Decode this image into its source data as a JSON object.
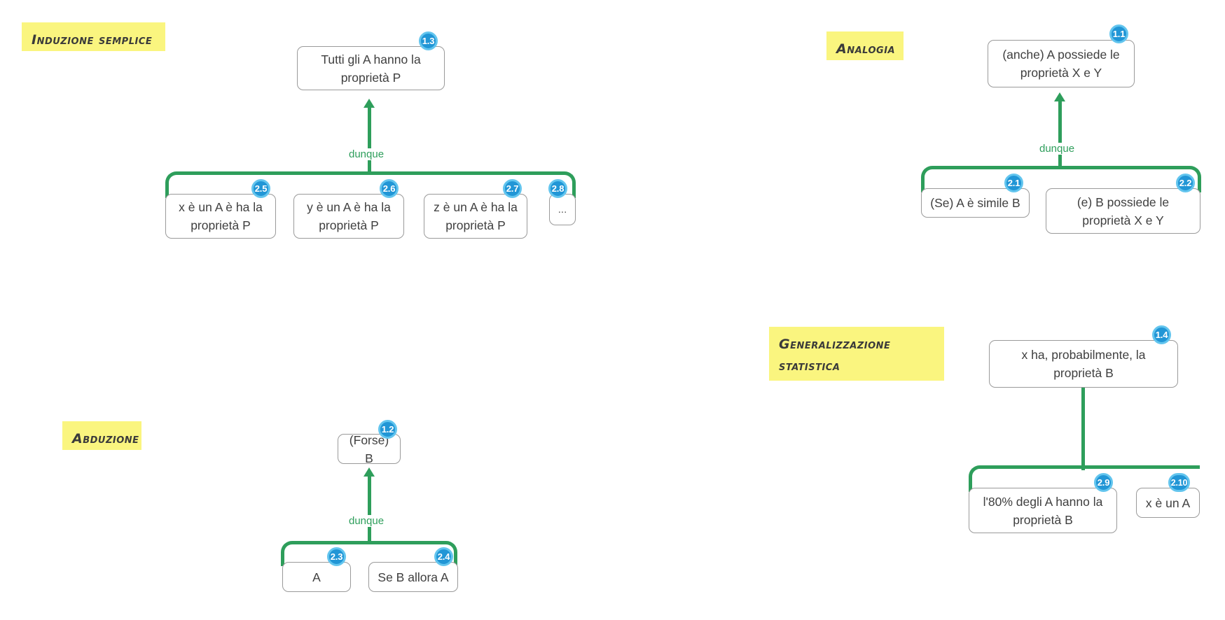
{
  "diagram": {
    "title_visible": false,
    "colors": {
      "connector_green": "#2e9e5b",
      "badge_fill": "#2196d6",
      "badge_ring": "#63c5ee",
      "label_highlight": "#faf57f",
      "node_border": "#9a9a9a",
      "node_text": "#3f3f3f"
    },
    "sections": [
      {
        "id": "induzione",
        "label": "Induzione semplice"
      },
      {
        "id": "analogia",
        "label": "Analogia"
      },
      {
        "id": "generalizzazione",
        "label": "Generalizzazione\nstatistica"
      },
      {
        "id": "abduzione",
        "label": "Abduzione"
      }
    ],
    "connector_labels": {
      "induzione": "dunque",
      "analogia": "dunque",
      "abduzione": "dunque"
    },
    "nodes": {
      "n11": {
        "badge": "1.1",
        "text": "(anche) A possiede le proprietà X e Y"
      },
      "n12": {
        "badge": "1.2",
        "text": "(Forse) B"
      },
      "n13": {
        "badge": "1.3",
        "text": "Tutti gli A hanno la proprietà P"
      },
      "n14": {
        "badge": "1.4",
        "text": "x ha, probabilmente, la proprietà B"
      },
      "n21": {
        "badge": "2.1",
        "text": "(Se) A è simile B"
      },
      "n22": {
        "badge": "2.2",
        "text": "(e) B possiede le proprietà X e Y"
      },
      "n23": {
        "badge": "2.3",
        "text": "A"
      },
      "n24": {
        "badge": "2.4",
        "text": "Se B allora A"
      },
      "n25": {
        "badge": "2.5",
        "text": "x è un A è ha la proprietà P"
      },
      "n26": {
        "badge": "2.6",
        "text": "y è un A è ha la proprietà P"
      },
      "n27": {
        "badge": "2.7",
        "text": "z è un A è ha la proprietà P"
      },
      "n28": {
        "badge": "2.8",
        "text": "..."
      },
      "n29": {
        "badge": "2.9",
        "text": "l'80% degli A hanno la proprietà B"
      },
      "n210": {
        "badge": "2.10",
        "text": "x è un A"
      }
    }
  }
}
